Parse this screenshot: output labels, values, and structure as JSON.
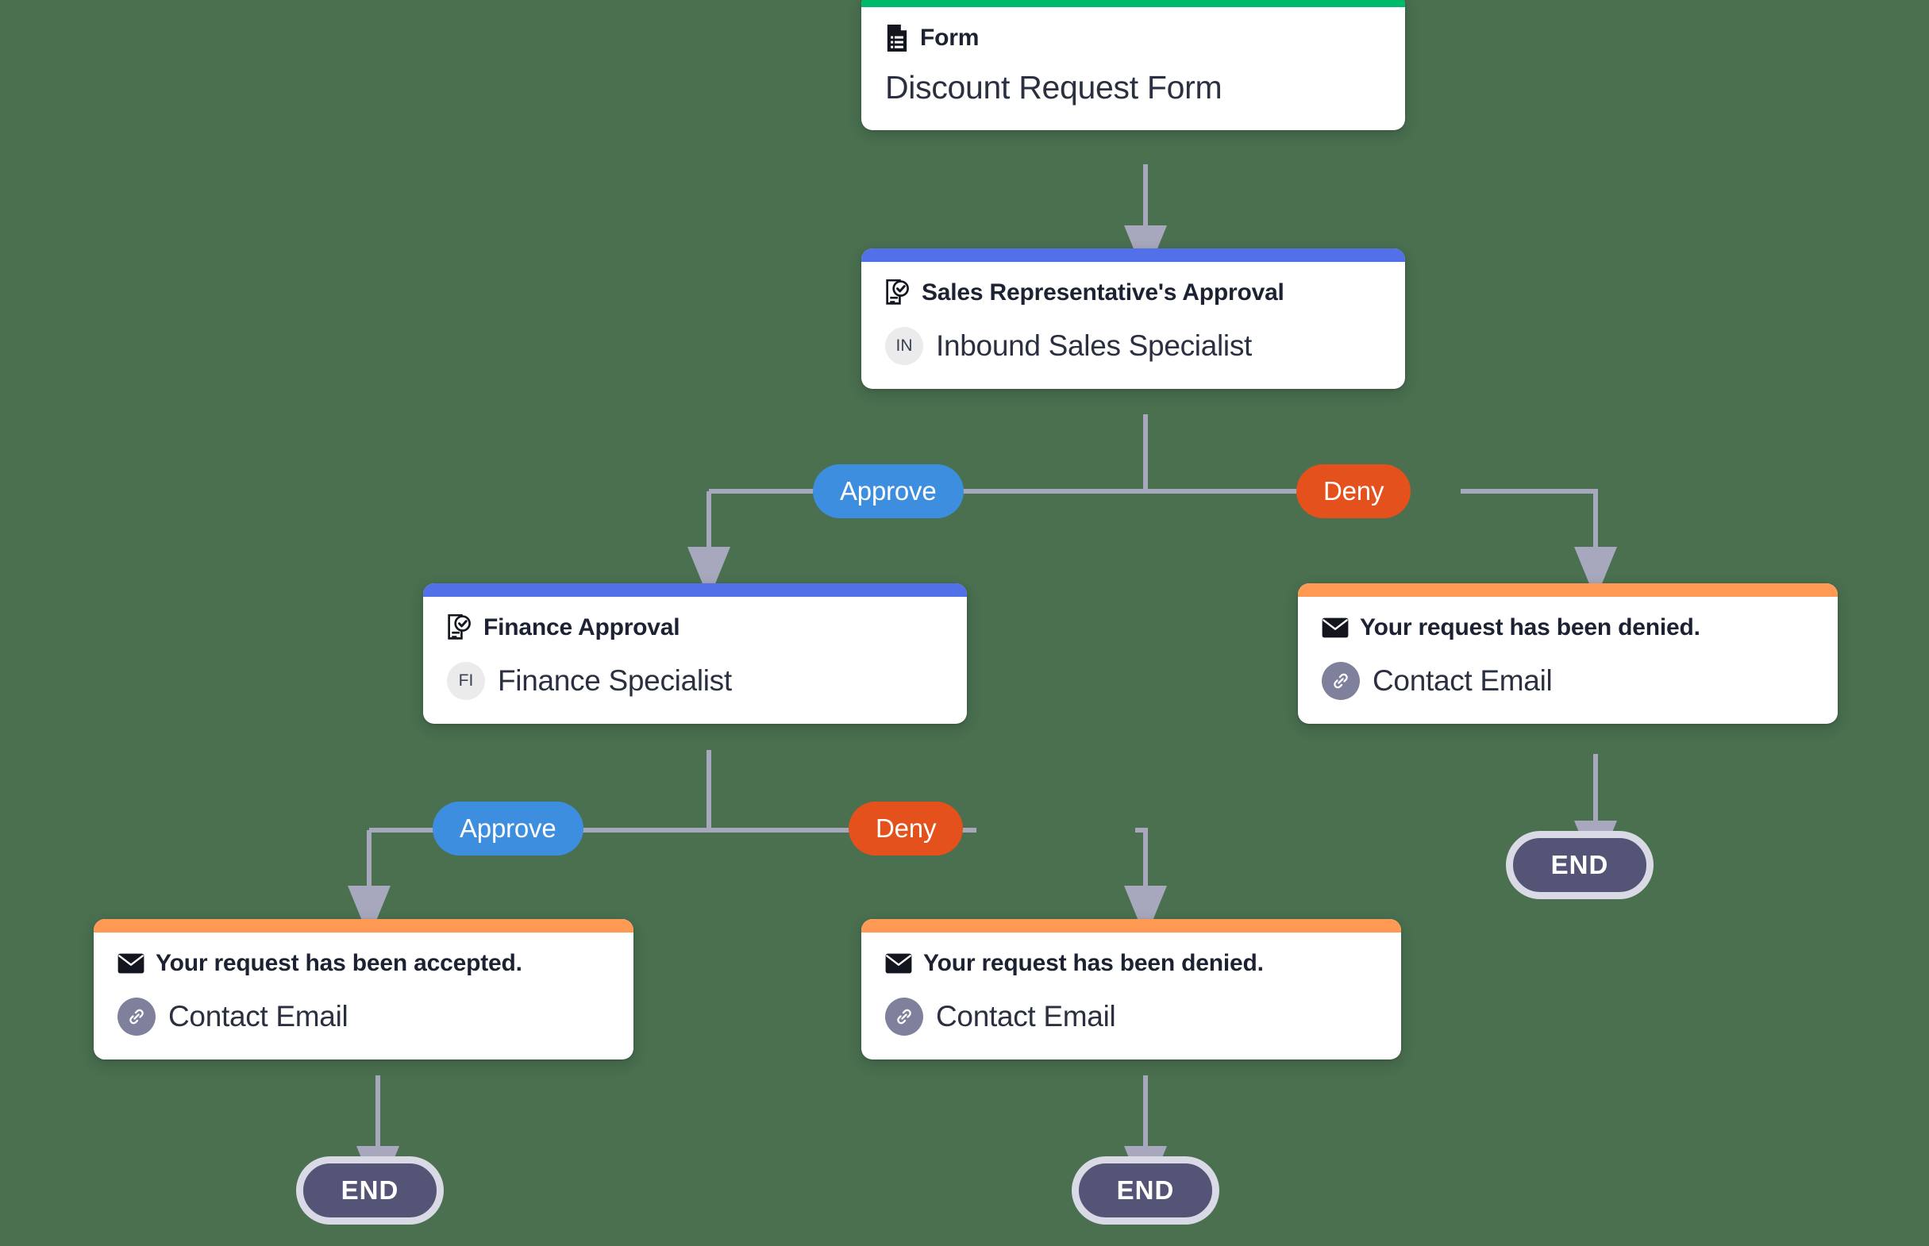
{
  "canvas": {
    "background_color": "#4a7050",
    "connector_color": "#a7a8bd"
  },
  "palette": {
    "form_bar": "#00ba6c",
    "approval_bar": "#5271e8",
    "email_bar": "#ff9a55",
    "approve_pill": "#3d8edf",
    "deny_pill": "#e4511c",
    "end_fill": "#545477",
    "end_ring": "#d9dae6",
    "avatar_bg": "#ebebeb",
    "link_avatar_bg": "#7f809c"
  },
  "nodes": {
    "form": {
      "type": "form",
      "icon": "document-form-icon",
      "label": "Form",
      "title": "Discount Request Form",
      "bar_color": "#00ba6c"
    },
    "sales_approval": {
      "type": "approval",
      "icon": "approval-checklist-icon",
      "title": "Sales Representative's Approval",
      "assignee_initials": "IN",
      "assignee": "Inbound Sales Specialist",
      "bar_color": "#5271e8"
    },
    "finance_approval": {
      "type": "approval",
      "icon": "approval-checklist-icon",
      "title": "Finance Approval",
      "assignee_initials": "FI",
      "assignee": "Finance Specialist",
      "bar_color": "#5271e8"
    },
    "email_denied_sales": {
      "type": "email",
      "icon": "envelope-icon",
      "title": "Your request has been denied.",
      "link_icon": "link-paperclip-icon",
      "link_label": "Contact Email",
      "bar_color": "#ff9a55"
    },
    "email_accepted": {
      "type": "email",
      "icon": "envelope-icon",
      "title": "Your request has been accepted.",
      "link_icon": "link-paperclip-icon",
      "link_label": "Contact Email",
      "bar_color": "#ff9a55"
    },
    "email_denied_finance": {
      "type": "email",
      "icon": "envelope-icon",
      "title": "Your request has been denied.",
      "link_icon": "link-paperclip-icon",
      "link_label": "Contact Email",
      "bar_color": "#ff9a55"
    }
  },
  "branches": {
    "sales_approve": "Approve",
    "sales_deny": "Deny",
    "finance_approve": "Approve",
    "finance_deny": "Deny"
  },
  "terminals": {
    "end_right": "END",
    "end_left": "END",
    "end_middle": "END"
  }
}
